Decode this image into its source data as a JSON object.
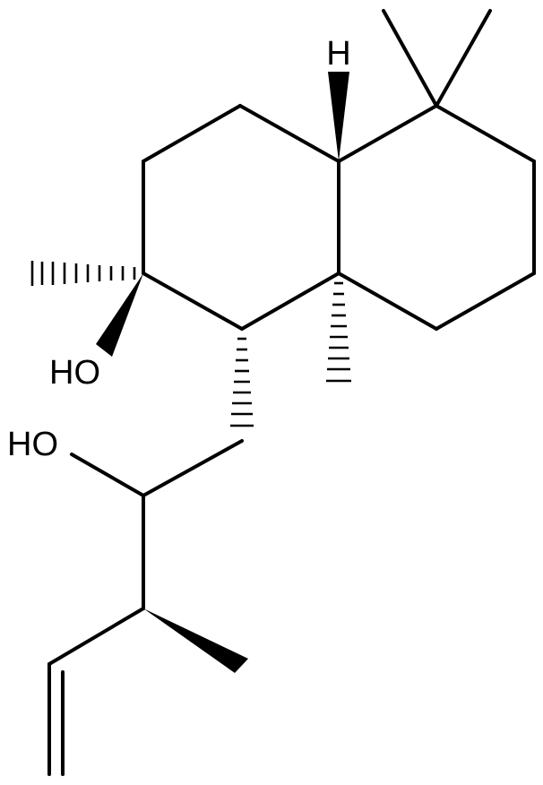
{
  "structure": {
    "atom_labels": {
      "h_top": "H",
      "oh_ring": "HO",
      "oh_chain": "HO"
    },
    "colors": {
      "ink": "#000000",
      "background": "#ffffff"
    }
  }
}
